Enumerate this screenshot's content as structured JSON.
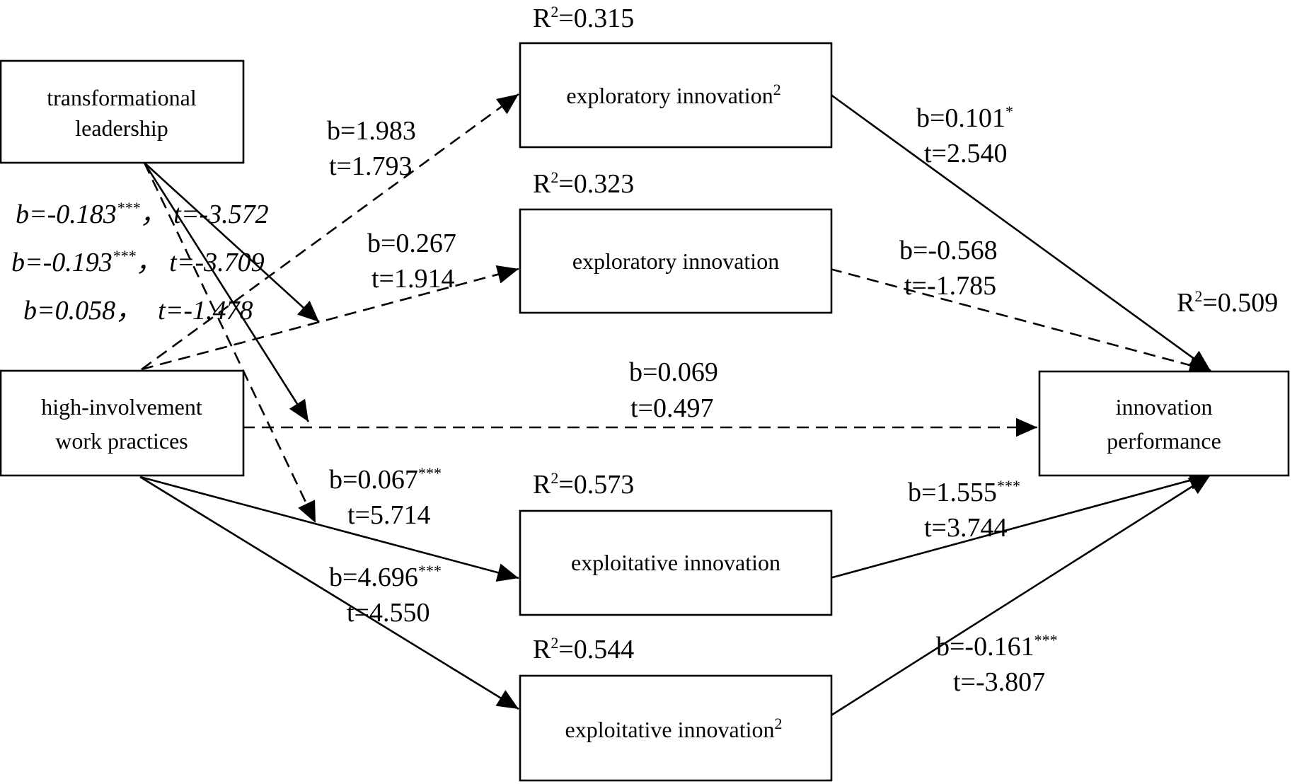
{
  "nodes": {
    "tl_line1": "transformational",
    "tl_line2": "leadership",
    "hiwp_line1": "high-involvement",
    "hiwp_line2": "work practices",
    "explor2": "exploratory innovation",
    "explor2_sup": "2",
    "explor": "exploratory innovation",
    "exploit": "exploitative innovation",
    "exploit2": "exploitative innovation",
    "exploit2_sup": "2",
    "perf_line1": "innovation",
    "perf_line2": "performance"
  },
  "r2": {
    "prefix": "R",
    "sup": "2",
    "explor2": "=0.315",
    "explor": "=0.323",
    "exploit": "=0.573",
    "exploit2": "=0.544",
    "perf": "=0.509"
  },
  "paths": {
    "hiwp_explor2_b": "b=1.983",
    "hiwp_explor2_t": "t=1.793",
    "hiwp_explor_b": "b=0.267",
    "hiwp_explor_t": "t=1.914",
    "hiwp_perf_b": "b=0.069",
    "hiwp_perf_t": "t=0.497",
    "hiwp_exploit_b": "b=0.067",
    "hiwp_exploit_b_sup": "***",
    "hiwp_exploit_t": "t=5.714",
    "hiwp_exploit2_b": "b=4.696",
    "hiwp_exploit2_b_sup": "***",
    "hiwp_exploit2_t": "t=4.550",
    "explor2_perf_b": "b=0.101",
    "explor2_perf_b_sup": "*",
    "explor2_perf_t": "t=2.540",
    "explor_perf_b": "b=-0.568",
    "explor_perf_t": "t=-1.785",
    "exploit_perf_b": "b=1.555",
    "exploit_perf_b_sup": "***",
    "exploit_perf_t": "t=3.744",
    "exploit2_perf_b": "b=-0.161",
    "exploit2_perf_b_sup": "***",
    "exploit2_perf_t": "t=-3.807"
  },
  "moderation": {
    "m1_b": "b=-0.183",
    "m1_sup": "***",
    "m1_t": "，  t=-3.572",
    "m2_b": "b=-0.193",
    "m2_sup": "***",
    "m2_t": "，  t=-3.709",
    "m3_b": "b=0.058，",
    "m3_t": "t=-1.478"
  }
}
